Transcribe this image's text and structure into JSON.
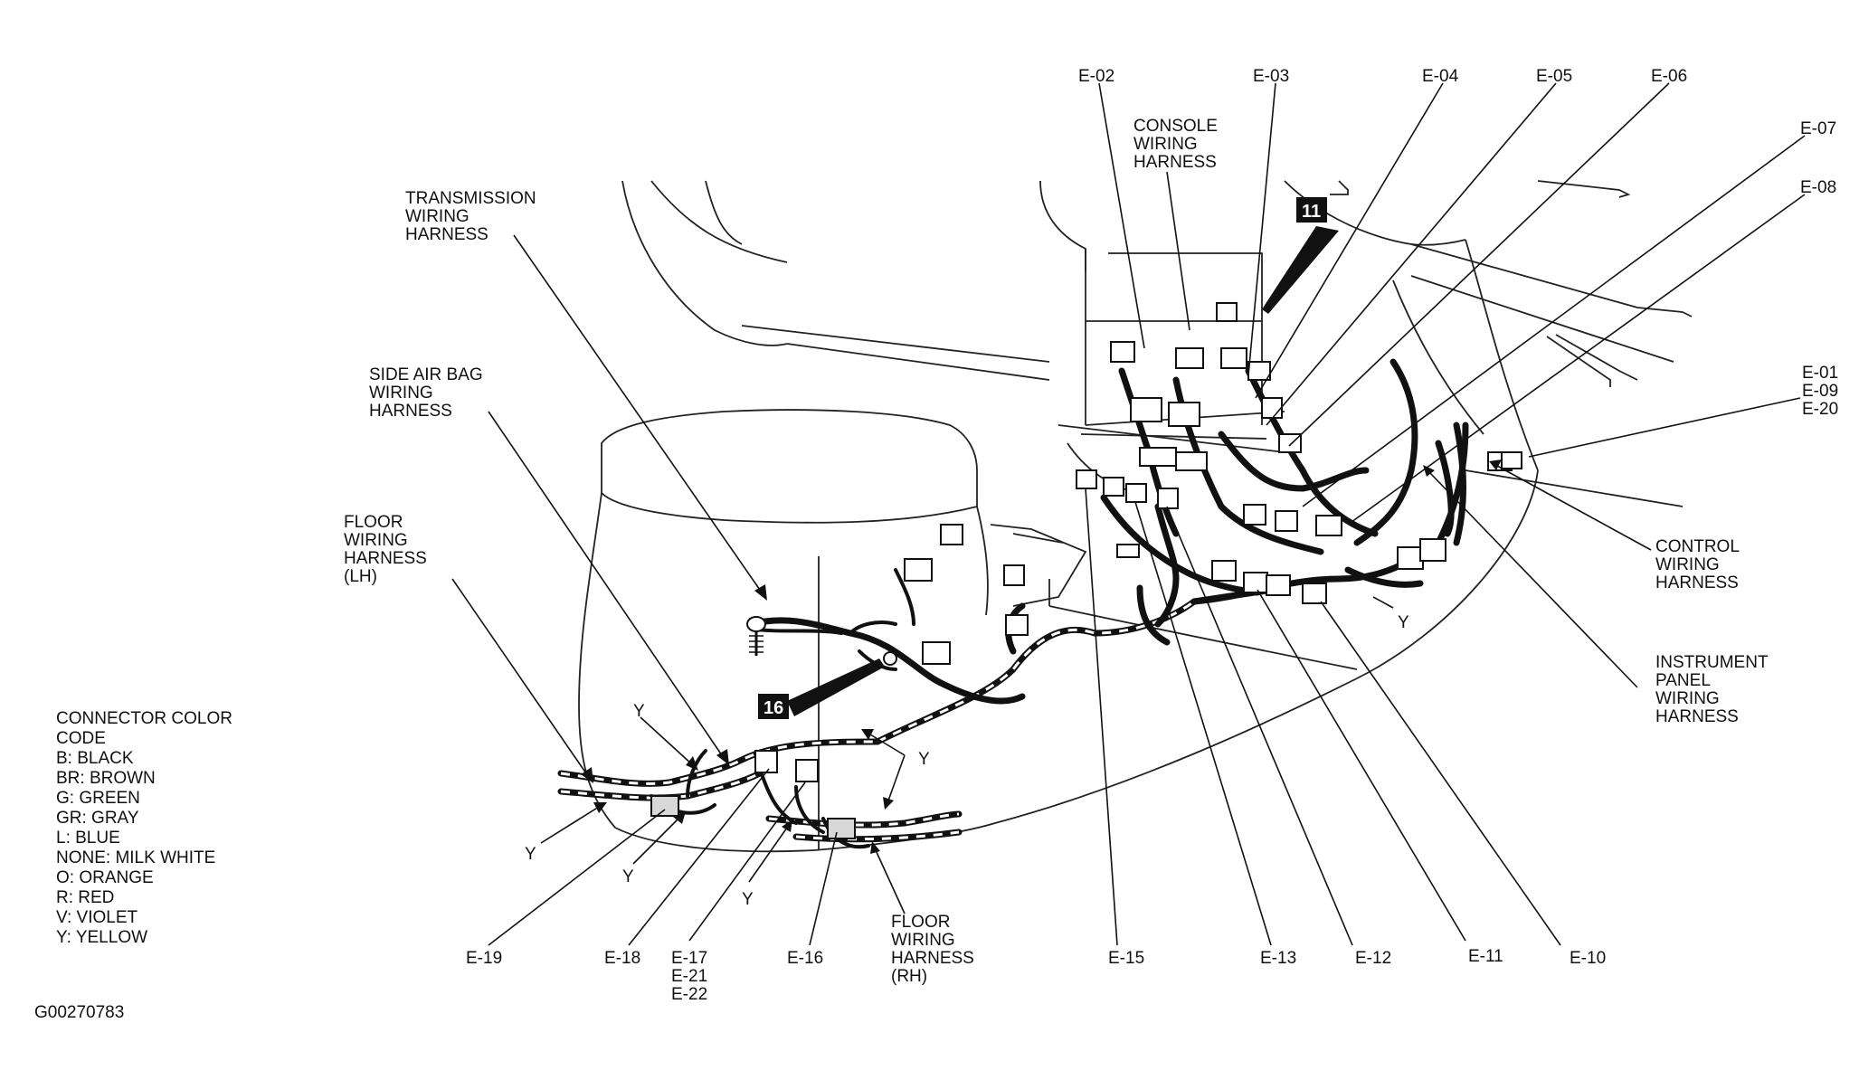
{
  "figure_id": "G00270783",
  "color_code": {
    "title_line1": "CONNECTOR COLOR",
    "title_line2": "CODE",
    "entries": [
      "B: BLACK",
      "BR: BROWN",
      "G: GREEN",
      "GR: GRAY",
      "L: BLUE",
      "NONE: MILK WHITE",
      "O: ORANGE",
      "R: RED",
      "V: VIOLET",
      "Y: YELLOW"
    ]
  },
  "harness_labels": {
    "transmission": [
      "TRANSMISSION",
      "WIRING",
      "HARNESS"
    ],
    "console": [
      "CONSOLE",
      "WIRING",
      "HARNESS"
    ],
    "side_air_bag": [
      "SIDE AIR BAG",
      "WIRING",
      "HARNESS"
    ],
    "floor_lh": [
      "FLOOR",
      "WIRING",
      "HARNESS",
      "(LH)"
    ],
    "floor_rh": [
      "FLOOR",
      "WIRING",
      "HARNESS",
      "(RH)"
    ],
    "control": [
      "CONTROL",
      "WIRING",
      "HARNESS"
    ],
    "instrument_panel": [
      "INSTRUMENT",
      "PANEL",
      "WIRING",
      "HARNESS"
    ]
  },
  "connector_labels": {
    "e02": "E-02",
    "e03": "E-03",
    "e04": "E-04",
    "e05": "E-05",
    "e06": "E-06",
    "e07": "E-07",
    "e08": "E-08",
    "e01_group": [
      "E-01",
      "E-09",
      "E-20"
    ],
    "e19": "E-19",
    "e18": "E-18",
    "e17_group": [
      "E-17",
      "E-21",
      "E-22"
    ],
    "e16": "E-16",
    "e15": "E-15",
    "e13": "E-13",
    "e12": "E-12",
    "e11": "E-11",
    "e10": "E-10"
  },
  "color_markers": {
    "y": "Y"
  },
  "ground_badges": {
    "b11": "11",
    "b16": "16"
  }
}
